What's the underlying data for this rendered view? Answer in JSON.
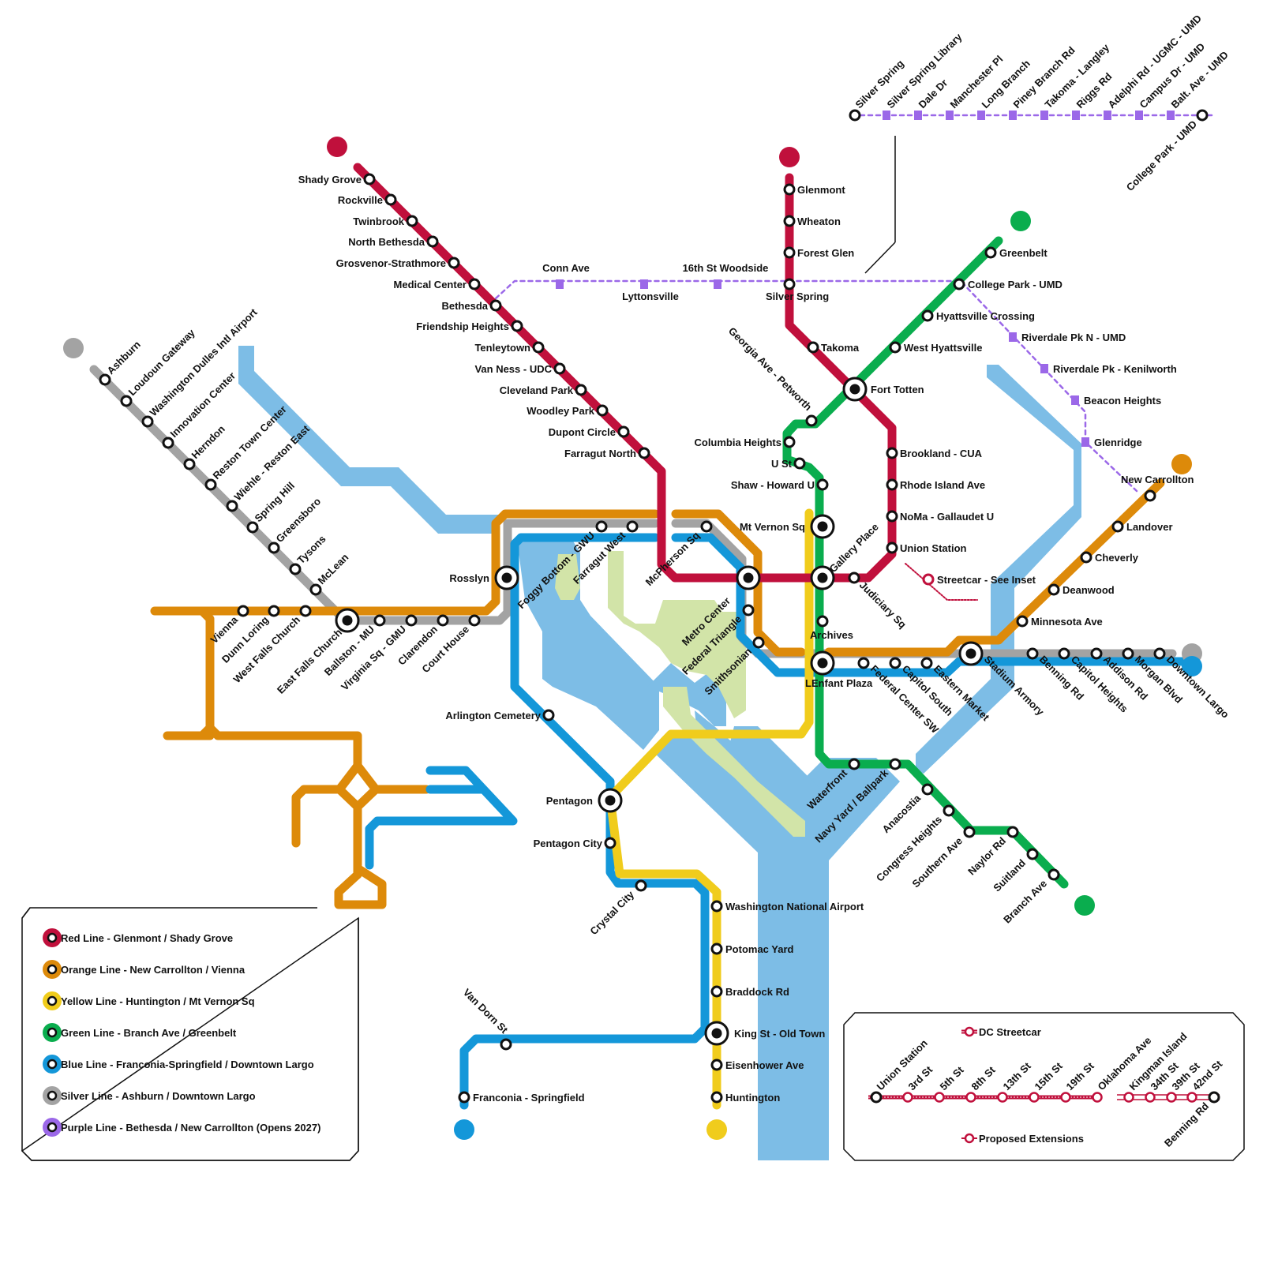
{
  "colors": {
    "red": "#c0103c",
    "orange": "#dd8a0a",
    "yellow": "#f0cc1c",
    "green": "#0aad4e",
    "blue": "#1497d9",
    "silver": "#a3a3a3",
    "purple": "#9b68e8",
    "water": "#7dbde6",
    "park": "#d2e4a8"
  },
  "lines": {
    "red": {
      "name": "Red Line - Glenmont / Shady Grove"
    },
    "orange": {
      "name": "Orange Line - New Carrollton / Vienna"
    },
    "yellow": {
      "name": "Yellow Line - Huntington / Mt Vernon Sq"
    },
    "green": {
      "name": "Green Line - Branch Ave / Greenbelt"
    },
    "blue": {
      "name": "Blue Line - Franconia-Springfield / Downtown Largo"
    },
    "silver": {
      "name": "Silver Line - Ashburn / Downtown Largo"
    },
    "purple": {
      "name": "Purple Line - Bethesda / New Carrollton (Opens 2027)"
    }
  },
  "stations": {
    "red_nw": [
      "Shady Grove",
      "Rockville",
      "Twinbrook",
      "North Bethesda",
      "Grosvenor-Strathmore",
      "Medical Center",
      "Bethesda",
      "Friendship Heights",
      "Tenleytown",
      "Van Ness - UDC",
      "Cleveland Park",
      "Woodley Park",
      "Dupont Circle",
      "Farragut North"
    ],
    "red_ne": [
      "Glenmont",
      "Wheaton",
      "Forest Glen",
      "Silver Spring",
      "Takoma",
      "Fort Totten",
      "Brookland - CUA",
      "Rhode Island Ave",
      "NoMa - Gallaudet U",
      "Union Station"
    ],
    "silver_w": [
      "Ashburn",
      "Loudoun Gateway",
      "Washington Dulles Intl Airport",
      "Innovation Center",
      "Herndon",
      "Reston Town Center",
      "Wiehle - Reston East",
      "Spring Hill",
      "Greensboro",
      "Tysons",
      "McLean"
    ],
    "orange_w": [
      "Vienna",
      "Dunn Loring",
      "West Falls Church"
    ],
    "core_w": [
      "East Falls Church",
      "Ballston - MU",
      "Virginia Sq - GMU",
      "Clarendon",
      "Court House",
      "Rosslyn"
    ],
    "core_dc": [
      "Foggy Bottom - GWU",
      "Farragut West",
      "McPherson Sq",
      "Metro Center",
      "Federal Triangle",
      "Smithsonian",
      "LEnfant Plaza",
      "Federal Center SW",
      "Capitol South",
      "Eastern Market",
      "Stadium Armory"
    ],
    "blue_east": [
      "Benning Rd",
      "Capitol Heights",
      "Addison Rd",
      "Morgan Blvd",
      "Downtown Largo"
    ],
    "orange_east": [
      "Minnesota Ave",
      "Deanwood",
      "Cheverly",
      "Landover",
      "New Carrollton"
    ],
    "blue_south": [
      "Arlington Cemetery",
      "Pentagon",
      "Pentagon City",
      "Crystal City",
      "Van Dorn St",
      "Franconia - Springfield"
    ],
    "yellow_south": [
      "Washington National Airport",
      "Potomac Yard",
      "Braddock Rd",
      "King St - Old Town",
      "Eisenhower Ave",
      "Huntington"
    ],
    "green_n": [
      "Greenbelt",
      "College Park - UMD",
      "Hyattsville Crossing",
      "West Hyattsville",
      "Georgia Ave - Petworth",
      "Columbia Heights",
      "U St",
      "Shaw - Howard U",
      "Mt Vernon Sq",
      "Gallery Place",
      "Judiciary Sq",
      "Archives"
    ],
    "green_s": [
      "Waterfront",
      "Navy Yard / Ballpark",
      "Anacostia",
      "Congress Heights",
      "Southern Ave",
      "Naylor Rd",
      "Suitland",
      "Branch Ave"
    ],
    "purple_top": [
      "Silver Spring",
      "Silver Spring Library",
      "Dale Dr",
      "Manchester Pl",
      "Long Branch",
      "Piney Branch Rd",
      "Takoma - Langley",
      "Riggs Rd",
      "Adelphi Rd - UGMC - UMD",
      "Campus Dr - UMD",
      "Balt. Ave - UMD",
      "College Park - UMD"
    ],
    "purple_main": [
      "Conn Ave",
      "Lyttonsville",
      "16th St Woodside",
      "Riverdale Pk N - UMD",
      "Riverdale Pk - Kenilworth",
      "Beacon Heights",
      "Glenridge"
    ],
    "streetcar_ref": "Streetcar - See Inset"
  },
  "inset": {
    "dc_streetcar": "DC Streetcar",
    "proposed": "Proposed Extensions",
    "stops": [
      "Union Station",
      "3rd St",
      "5th St",
      "8th St",
      "13th St",
      "15th St",
      "19th St",
      "Oklahoma Ave",
      "Kingman Island",
      "34th St",
      "39th St",
      "42nd St",
      "Benning Rd"
    ]
  }
}
